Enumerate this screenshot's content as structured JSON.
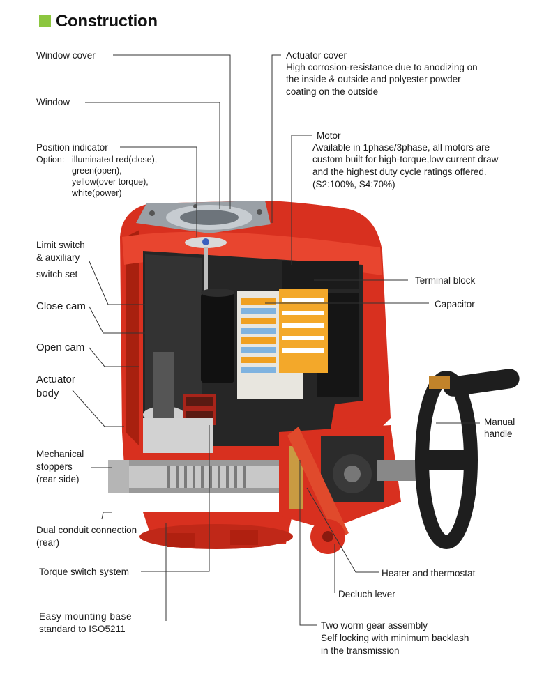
{
  "header": {
    "title": "Construction",
    "accent_color": "#8cc63f"
  },
  "labels": {
    "window_cover": "Window cover",
    "window": "Window",
    "position_indicator": {
      "title": "Position indicator",
      "option_label": "Option:",
      "lines": [
        "illuminated red(close),",
        "green(open),",
        "yellow(over torque),",
        "white(power)"
      ]
    },
    "limit_switch": [
      "Limit switch",
      "& auxiliary",
      "switch set"
    ],
    "close_cam": "Close cam",
    "open_cam": "Open cam",
    "actuator_body": [
      "Actuator",
      "body"
    ],
    "mechanical_stoppers": [
      "Mechanical",
      "stoppers",
      "(rear side)"
    ],
    "dual_conduit": [
      "Dual conduit connection",
      "(rear)"
    ],
    "torque_switch": "Torque switch system",
    "mounting_base": [
      "Easy mounting base",
      "standard to ISO5211"
    ],
    "actuator_cover": [
      "Actuator cover",
      "High corrosion-resistance due to  anodizing on",
      "the inside & outside and polyester powder",
      "coating on the outside"
    ],
    "motor": [
      "Motor",
      "Available in 1phase/3phase, all motors are",
      "custom built for high-torque,low current draw",
      "and the highest duty cycle ratings offered.",
      "(S2:100%, S4:70%)"
    ],
    "terminal_block": "Terminal block",
    "capacitor": "Capacitor",
    "manual_handle": [
      "Manual",
      "handle"
    ],
    "heater": "Heater and thermostat",
    "declutch": "Decluch lever",
    "worm_gear": [
      "Two worm gear assembly",
      "Self locking with minimum backlash",
      "in the transmission"
    ]
  },
  "colors": {
    "body_red": "#d8301f",
    "dark_red": "#a8200f",
    "interior": "#2a2a2a",
    "metal": "#b8b8b8",
    "handle": "#1e1e1e"
  }
}
